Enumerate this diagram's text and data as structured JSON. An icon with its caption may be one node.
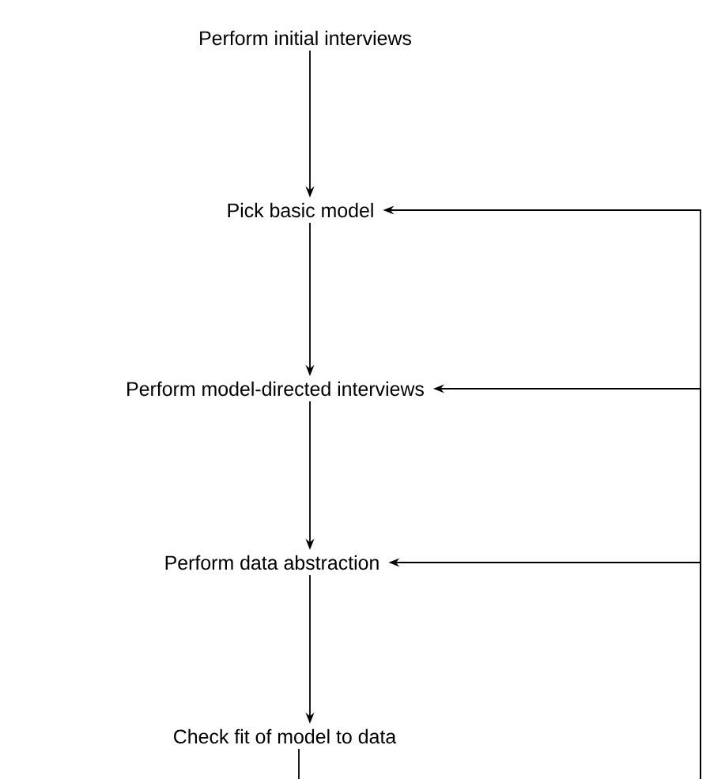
{
  "diagram": {
    "nodes": [
      {
        "text": [
          "Perform initial interviews"
        ]
      },
      {
        "text": [
          "Pick basic model"
        ]
      },
      {
        "text": [
          "Perform model-directed interviews"
        ]
      },
      {
        "text": [
          "Perform data abstraction"
        ]
      },
      {
        "text": [
          "Check fit of model to data"
        ]
      }
    ],
    "edges": [
      {
        "from": 0,
        "to": 1,
        "arrow": "to"
      },
      {
        "from": 1,
        "to": 2,
        "arrow": "to"
      },
      {
        "from": 2,
        "to": 3,
        "arrow": "to"
      },
      {
        "from": 3,
        "to": 4,
        "arrow": "to"
      },
      {
        "from": null,
        "to": 1,
        "arrow": "to"
      },
      {
        "from": null,
        "to": 2,
        "arrow": "to"
      },
      {
        "from": null,
        "to": 3,
        "arrow": "to"
      },
      {
        "from": 4,
        "to": null,
        "arrow": "none"
      }
    ]
  }
}
